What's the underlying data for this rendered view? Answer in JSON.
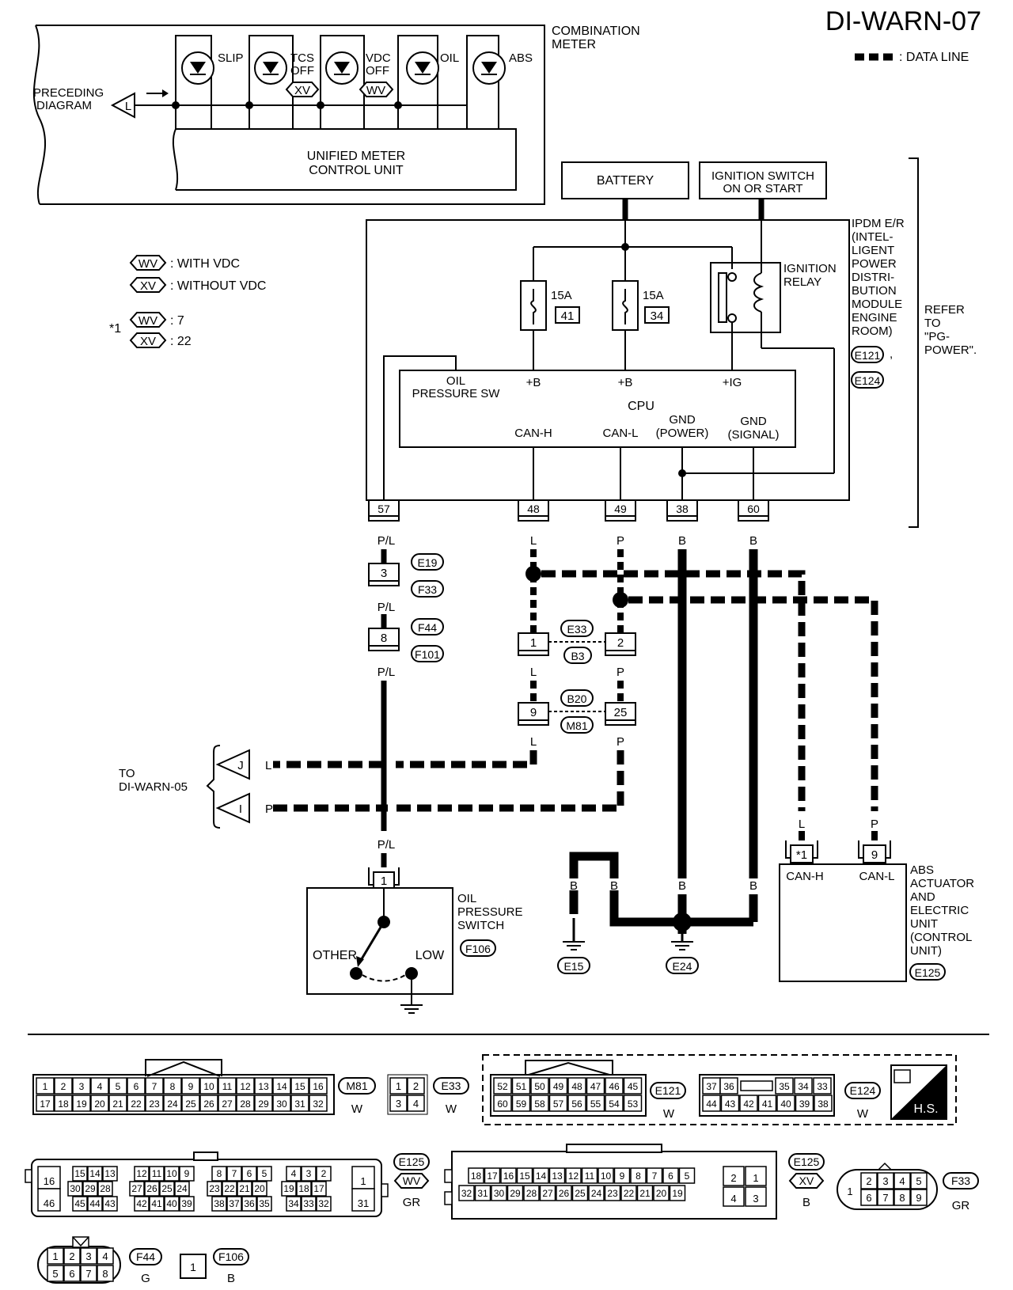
{
  "title": "DI-WARN-07",
  "legend": {
    "data_line": ": DATA LINE"
  },
  "notes": {
    "wv": ": WITH VDC",
    "xv": ": WITHOUT VDC",
    "star1": "*1",
    "star_wv": ": 7",
    "star_xv": ": 22"
  },
  "meter": {
    "label1": "COMBINATION",
    "label2": "METER",
    "unit1": "UNIFIED METER",
    "unit2": "CONTROL UNIT",
    "preceding1": "PRECEDING",
    "preceding2": "DIAGRAM",
    "preceding_tag": "L",
    "lamps": {
      "slip": "SLIP",
      "tcs1": "TCS",
      "tcs2": "OFF",
      "vdc1": "VDC",
      "vdc2": "OFF",
      "oil": "OIL",
      "abs": "ABS"
    },
    "tcs_tag": "XV",
    "vdc_tag": "WV"
  },
  "power": {
    "battery": "BATTERY",
    "ign1": "IGNITION SWITCH",
    "ign2": "ON OR START"
  },
  "ipdm": {
    "lines": [
      "IPDM E/R",
      "(INTEL-",
      "LIGENT",
      "POWER",
      "DISTRI-",
      "BUTION",
      "MODULE",
      "ENGINE",
      "ROOM)"
    ],
    "conn1": "E121",
    "comma": ",",
    "conn2": "E124",
    "refer": [
      "REFER",
      "TO",
      "\"PG-",
      "POWER\"."
    ],
    "fuse_rating": "15A",
    "fuse1": "41",
    "fuse2": "34",
    "relay1": "IGNITION",
    "relay2": "RELAY",
    "cpu": {
      "oil1": "OIL",
      "oil2": "PRESSURE SW",
      "b1": "+B",
      "b2": "+B",
      "ig": "+IG",
      "cpu": "CPU",
      "canh": "CAN-H",
      "canl": "CAN-L",
      "gndp1": "GND",
      "gndp2": "(POWER)",
      "gnds1": "GND",
      "gnds2": "(SIGNAL)"
    },
    "terminals": [
      "57",
      "48",
      "49",
      "38",
      "60"
    ]
  },
  "wires": {
    "pl": "P/L",
    "l": "L",
    "p": "P",
    "b": "B"
  },
  "connectors": {
    "c3": "3",
    "e19": "E19",
    "f33": "F33",
    "c8": "8",
    "f44": "F44",
    "f101": "F101",
    "c1": "1",
    "c2": "2",
    "e33": "E33",
    "b3": "B3",
    "c9": "9",
    "c25": "25",
    "b20": "B20",
    "m81": "M81",
    "abs_star": "*1",
    "abs9": "9",
    "oil1": "1"
  },
  "to_di": {
    "line1": "TO",
    "line2": "DI-WARN-05",
    "j": "J",
    "i": "I",
    "l": "L",
    "p": "P"
  },
  "oil_switch": {
    "l1": "OIL",
    "l2": "PRESSURE",
    "l3": "SWITCH",
    "conn": "F106",
    "other": "OTHER",
    "low": "LOW"
  },
  "abs_unit": {
    "canh": "CAN-H",
    "canl": "CAN-L",
    "lines": [
      "ABS",
      "ACTUATOR",
      "AND",
      "ELECTRIC",
      "UNIT",
      "(CONTROL",
      "UNIT)"
    ],
    "conn": "E125"
  },
  "grounds": {
    "e15": "E15",
    "e24": "E24"
  },
  "connector_views": {
    "m81": {
      "name": "M81",
      "color": "W",
      "top": [
        "1",
        "2",
        "3",
        "4",
        "5",
        "6",
        "7",
        "8",
        "9",
        "10",
        "11",
        "12",
        "13",
        "14",
        "15",
        "16"
      ],
      "bottom": [
        "17",
        "18",
        "19",
        "20",
        "21",
        "22",
        "23",
        "24",
        "25",
        "26",
        "27",
        "28",
        "29",
        "30",
        "31",
        "32"
      ]
    },
    "e33": {
      "name": "E33",
      "color": "W",
      "top": [
        "1",
        "2"
      ],
      "bottom": [
        "3",
        "4"
      ]
    },
    "e121": {
      "name": "E121",
      "color": "W",
      "top": [
        "52",
        "51",
        "50",
        "49",
        "48",
        "47",
        "46",
        "45"
      ],
      "bottom": [
        "60",
        "59",
        "58",
        "57",
        "56",
        "55",
        "54",
        "53"
      ]
    },
    "e124": {
      "name": "E124",
      "color": "W",
      "top": [
        "37",
        "36",
        "",
        "35",
        "34",
        "33"
      ],
      "bottom": [
        "44",
        "43",
        "42",
        "41",
        "40",
        "39",
        "38"
      ]
    },
    "hs": "H.S.",
    "e125_wv": {
      "name": "E125",
      "tag": "WV",
      "color": "GR",
      "left_top": "16",
      "left_bottom": "46",
      "row1": [
        [
          "15",
          "14",
          "13"
        ],
        [
          "12",
          "11",
          "10",
          "9"
        ],
        [
          "8",
          "7",
          "6",
          "5"
        ],
        [
          "4",
          "3",
          "2"
        ]
      ],
      "row2": [
        [
          "30",
          "29",
          "28"
        ],
        [
          "27",
          "26",
          "25",
          "24"
        ],
        [
          "23",
          "22",
          "21",
          "20"
        ],
        [
          "19",
          "18",
          "17"
        ]
      ],
      "row3": [
        [
          "45",
          "44",
          "43"
        ],
        [
          "42",
          "41",
          "40",
          "39"
        ],
        [
          "38",
          "37",
          "36",
          "35"
        ],
        [
          "34",
          "33",
          "32"
        ]
      ],
      "right_top": "1",
      "right_bottom": "31"
    },
    "e125_xv": {
      "name": "E125",
      "tag": "XV",
      "color": "B",
      "top": [
        "18",
        "17",
        "16",
        "15",
        "14",
        "13",
        "12",
        "11",
        "10",
        "9",
        "8",
        "7",
        "6",
        "5"
      ],
      "bottom": [
        "32",
        "31",
        "30",
        "29",
        "28",
        "27",
        "26",
        "25",
        "24",
        "23",
        "22",
        "21",
        "20",
        "19"
      ],
      "right_top": [
        "2",
        "1"
      ],
      "right_bottom": [
        "4",
        "3"
      ]
    },
    "f33": {
      "name": "F33",
      "color": "GR",
      "left": "1",
      "top": [
        "2",
        "3",
        "4",
        "5"
      ],
      "bottom": [
        "6",
        "7",
        "8",
        "9"
      ]
    },
    "f44": {
      "name": "F44",
      "color": "G",
      "top": [
        "1",
        "2",
        "3",
        "4"
      ],
      "bottom": [
        "5",
        "6",
        "7",
        "8"
      ]
    },
    "f106": {
      "name": "F106",
      "color": "B",
      "pin": "1"
    }
  }
}
